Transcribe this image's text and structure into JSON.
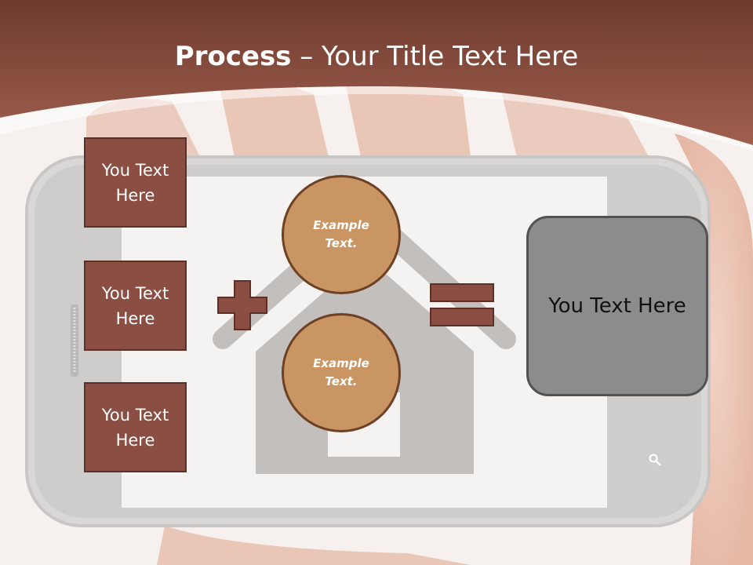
{
  "title": {
    "bold": "Process",
    "rest": " – Your Title Text Here"
  },
  "boxes": [
    {
      "label": "You Text Here"
    },
    {
      "label": "You Text Here"
    },
    {
      "label": "You Text Here"
    }
  ],
  "circles": [
    {
      "label": "Example Text."
    },
    {
      "label": "Example Text."
    }
  ],
  "result": {
    "label": "You Text Here"
  },
  "colors": {
    "header_band": "#8a4e42",
    "box_fill": "#8a4e42",
    "circle_fill": "#c89563",
    "result_fill": "#8c8c8c"
  },
  "icons": [
    "plus-icon",
    "equals-icon",
    "house-icon",
    "search-icon"
  ]
}
